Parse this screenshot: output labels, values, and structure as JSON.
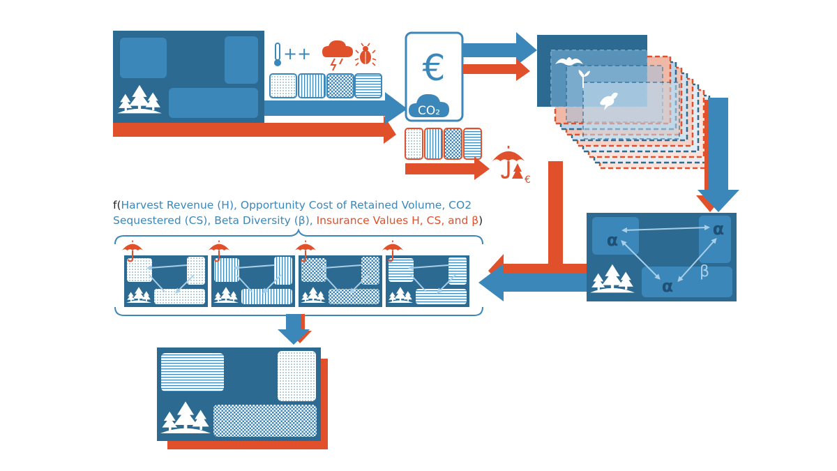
{
  "colors": {
    "dark_blue": "#2c6a92",
    "mid_blue": "#3b87ba",
    "light_blue": "#7fb3d8",
    "orange": "#e0502a",
    "white": "#ffffff"
  },
  "currency_symbol": "€",
  "co2_label": "CO₂",
  "climate_risk_label": "++",
  "beta_network": {
    "alpha_label": "α",
    "beta_label": "β"
  },
  "formula": {
    "prefix": "f(",
    "blue_text": "Harvest Revenue (H), Opportunity Cost of Retained Volume, CO2 Sequestered (CS), Beta Diversity (β), ",
    "red_text": "Insurance Values H, CS, and β",
    "suffix": ")"
  },
  "patterns": [
    "dots",
    "vertical-lines",
    "checker",
    "horizontal-lines"
  ],
  "icons": {
    "thermometer": "thermometer-icon",
    "storm": "storm-cloud-icon",
    "beetle": "bark-beetle-icon",
    "umbrella": "umbrella-icon",
    "forest": "forest-trees-icon",
    "bat": "bat-icon",
    "plant": "seedling-icon",
    "bird": "bird-icon"
  }
}
